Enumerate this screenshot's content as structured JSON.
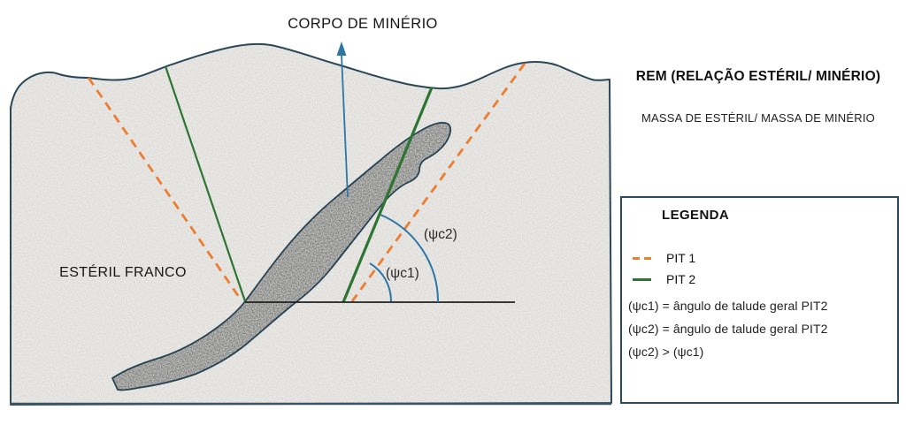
{
  "colors": {
    "pit1": "#ED7D31",
    "pit2": "#2E7433",
    "annotation_blue": "#2E76A6",
    "outline": "#2C4A5C",
    "reference_line": "#1F1F1F"
  },
  "diagram": {
    "ore_body_label": "CORPO DE MINÉRIO",
    "waste_rock_label": "ESTÉRIL FRANCO",
    "angle1_label": "(ψc1)",
    "angle2_label": "(ψc2)"
  },
  "info_panel": {
    "title": "REM (RELAÇÃO ESTÉRIL/ MINÉRIO)",
    "subtitle": "MASSA DE ESTÉRIL/ MASSA DE MINÉRIO"
  },
  "legend": {
    "title": "LEGENDA",
    "items": [
      {
        "label": "PIT 1",
        "line_style": "dashed",
        "color": "#ED7D31"
      },
      {
        "label": "PIT 2",
        "line_style": "solid",
        "color": "#2E7433"
      }
    ],
    "notes": [
      "(ψc1) = ângulo de talude geral PIT2",
      "(ψc2) = ângulo de talude geral PIT2",
      "(ψc2) > (ψc1)"
    ]
  }
}
